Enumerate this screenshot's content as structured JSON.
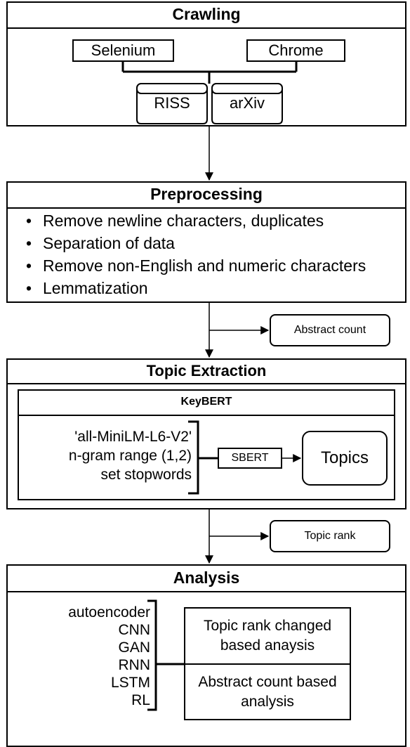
{
  "crawling": {
    "title": "Crawling",
    "tools": [
      "Selenium",
      "Chrome"
    ],
    "databases": [
      "RISS",
      "arXiv"
    ]
  },
  "preprocessing": {
    "title": "Preprocessing",
    "items": [
      "Remove newline characters, duplicates",
      "Separation of data",
      "Remove non-English and numeric characters",
      "Lemmatization"
    ]
  },
  "side_outputs": {
    "abstract_count": "Abstract count",
    "topic_rank": "Topic rank"
  },
  "topic_extraction": {
    "title": "Topic Extraction",
    "keybert": {
      "title": "KeyBERT",
      "params": [
        "'all-MiniLM-L6-V2'",
        "n-gram range (1,2)",
        "set stopwords"
      ],
      "model": "SBERT",
      "output": "Topics"
    }
  },
  "analysis": {
    "title": "Analysis",
    "models": [
      "autoencoder",
      "CNN",
      "GAN",
      "RNN",
      "LSTM",
      "RL"
    ],
    "results": [
      "Topic rank changed based anaysis",
      "Abstract count based analysis"
    ]
  }
}
